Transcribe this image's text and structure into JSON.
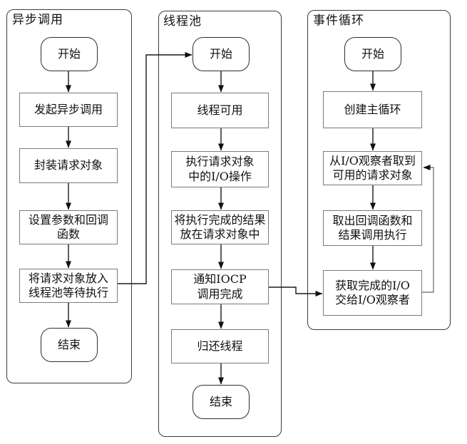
{
  "diagram": {
    "colors": {
      "background": "#ffffff",
      "line": "#1a1a1a",
      "process_border": "#7a7a7a",
      "terminator_border": "#2f2f2f",
      "lane_border": "#3c3c3c",
      "text": "#111111"
    },
    "lanes": [
      {
        "title": "异步调用",
        "nodes": [
          {
            "type": "terminator",
            "label": "开始"
          },
          {
            "type": "process",
            "label": "发起异步调用"
          },
          {
            "type": "process",
            "label": "封装请求对象"
          },
          {
            "type": "process",
            "label": "设置参数和回调\n函数"
          },
          {
            "type": "process",
            "label": "将请求对象放入\n线程池等待执行"
          },
          {
            "type": "terminator",
            "label": "结束"
          }
        ]
      },
      {
        "title": "线程池",
        "nodes": [
          {
            "type": "terminator",
            "label": "开始"
          },
          {
            "type": "process",
            "label": "线程可用"
          },
          {
            "type": "process",
            "label": "执行请求对象\n中的I/O操作"
          },
          {
            "type": "process",
            "label": "将执行完成的结果\n放在请求对象中"
          },
          {
            "type": "process",
            "label": "通知IOCP\n调用完成"
          },
          {
            "type": "process",
            "label": "归还线程"
          },
          {
            "type": "terminator",
            "label": "结束"
          }
        ]
      },
      {
        "title": "事件循环",
        "nodes": [
          {
            "type": "terminator",
            "label": "开始"
          },
          {
            "type": "process",
            "label": "创建主循环"
          },
          {
            "type": "process",
            "label": "从I/O观察者取到\n可用的请求对象"
          },
          {
            "type": "process",
            "label": "取出回调函数和\n结果调用执行"
          },
          {
            "type": "process",
            "label": "获取完成的I/O\n交给I/O观察者"
          }
        ]
      }
    ],
    "connectors": [
      {
        "name": "async-to-threadpool",
        "from": "将请求对象放入线程池等待执行",
        "to": "线程池 开始"
      },
      {
        "name": "threadpool-to-eventloop",
        "from": "通知IOCP调用完成",
        "to": "获取完成的I/O交给I/O观察者"
      },
      {
        "name": "eventloop-feedback",
        "from": "获取完成的I/O交给I/O观察者",
        "to": "从I/O观察者取到可用的请求对象"
      }
    ]
  }
}
